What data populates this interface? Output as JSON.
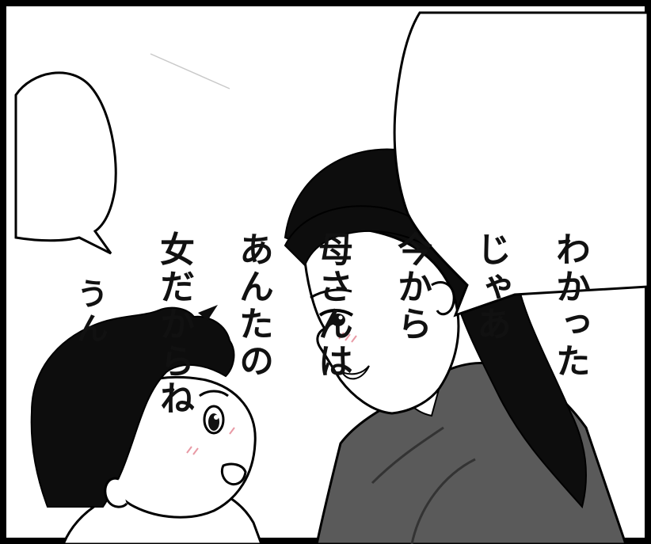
{
  "panel": {
    "speech_bubbles": [
      {
        "speaker": "woman",
        "lines": [
          "わかった",
          "じゃあ",
          "今から",
          "母さんは",
          "あんたの",
          "女だからね"
        ]
      },
      {
        "speaker": "boy",
        "lines": [
          "うん"
        ]
      }
    ]
  },
  "colors": {
    "ink": "#111111",
    "paper": "#ffffff",
    "clothing": "#5a5a5a",
    "hair": "#0d0d0d",
    "blush": "#e89aa5"
  }
}
